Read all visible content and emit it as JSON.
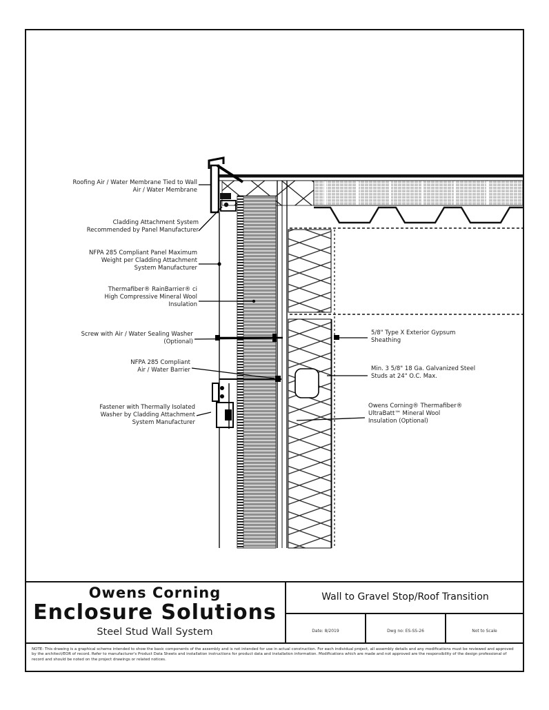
{
  "document": {
    "type": "construction-detail-sheet"
  },
  "annotations": {
    "left": [
      {
        "text": "Roofing Air / Water Membrane Tied to Wall\nAir / Water Membrane"
      },
      {
        "text": "Cladding Attachment System\nRecommended by Panel Manufacturer"
      },
      {
        "text": "NFPA 285 Compliant Panel Maximum\nWeight per Cladding Attachment\nSystem Manufacturer"
      },
      {
        "text": "Thermafiber® RainBarrier® ci\nHigh Compressive Mineral Wool\nInsulation"
      },
      {
        "text": "Screw with Air / Water Sealing Washer\n(Optional)"
      },
      {
        "text": "NFPA 285 Compliant\nAir / Water Barrier"
      },
      {
        "text": "Fastener with Thermally Isolated\nWasher by Cladding Attachment\nSystem Manufacturer"
      }
    ],
    "right": [
      {
        "text": "5/8\" Type X Exterior Gypsum\nSheathing"
      },
      {
        "text": "Min. 3 5/8\" 18 Ga. Galvanized Steel\nStuds at 24\" O.C. Max."
      },
      {
        "text": "Owens Corning® Thermafiber®\nUltraBatt™ Mineral Wool\nInsulation (Optional)"
      }
    ]
  },
  "title_block": {
    "company_line1": "Owens Corning",
    "company_line2": "Enclosure Solutions",
    "system_name": "Steel Stud Wall System",
    "drawing_title": "Wall to Gravel Stop/Roof Transition",
    "date": "Date: 8/2019",
    "drawing_number": "Dwg no: ES-SS-26",
    "scale": "Not to Scale"
  },
  "note": "NOTE: This drawing is a graphical scheme intended to show the basic components of the assembly and is not intended for use in actual construction. For each individual project, all assembly details and any modifications must be reviewed and approved by the architect/EOR of record. Refer to manufacturer's Product Data Sheets and installation instructions for product data and installation information. Modifications which are made and not approved are the responsibility of the design professional of record and should be noted on the project drawings or related notices.",
  "colors": {
    "line": "#111111",
    "mineral_wool_gray": "#8f8f8f",
    "cover_board_gray": "#c6c6c6",
    "background": "#ffffff"
  }
}
